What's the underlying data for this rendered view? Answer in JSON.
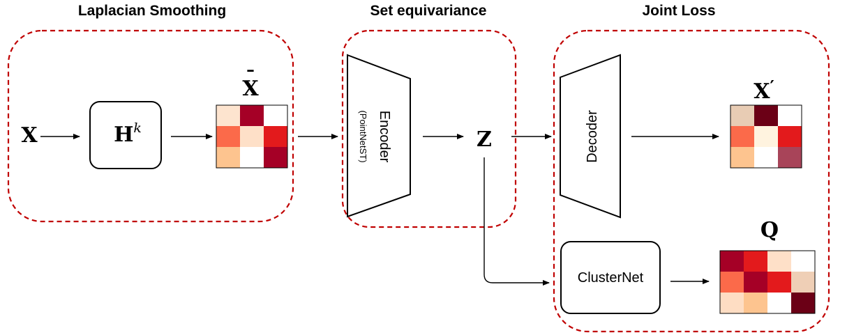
{
  "sections": {
    "laplacian": "Laplacian Smoothing",
    "equivariance": "Set equivariance",
    "joint": "Joint Loss"
  },
  "nodes": {
    "input_base": "X",
    "filter_base": "H",
    "filter_exp": "k",
    "encoder": "Encoder",
    "encoder_sub": "(PointNetST)",
    "latent": "Z",
    "decoder": "Decoder",
    "clusternet": "ClusterNet"
  },
  "matrices": {
    "smoothed": {
      "label_base": "X",
      "label_accent": "¯",
      "colors": [
        [
          "#fde4cf",
          "#a50026",
          "#ffffff"
        ],
        [
          "#fb6a4a",
          "#fee0c8",
          "#e31a1c"
        ],
        [
          "#fdc48f",
          "#ffffff",
          "#a50026"
        ]
      ]
    },
    "reconstructed": {
      "label_base": "X",
      "label_prime": "′",
      "colors": [
        [
          "#e8ccb4",
          "#6b0016",
          "#ffffff"
        ],
        [
          "#fb6a4a",
          "#fff3df",
          "#e31a1c"
        ],
        [
          "#fdc48f",
          "#ffffff",
          "#a84459"
        ]
      ]
    },
    "assignment": {
      "label": "Q",
      "colors": [
        [
          "#a50026",
          "#e31a1c",
          "#fee0c8",
          "#ffffff"
        ],
        [
          "#fb6a4a",
          "#a50026",
          "#e31a1c",
          "#efcfb6"
        ],
        [
          "#feddc3",
          "#fdc48f",
          "#ffffff",
          "#6b0016"
        ]
      ]
    }
  }
}
